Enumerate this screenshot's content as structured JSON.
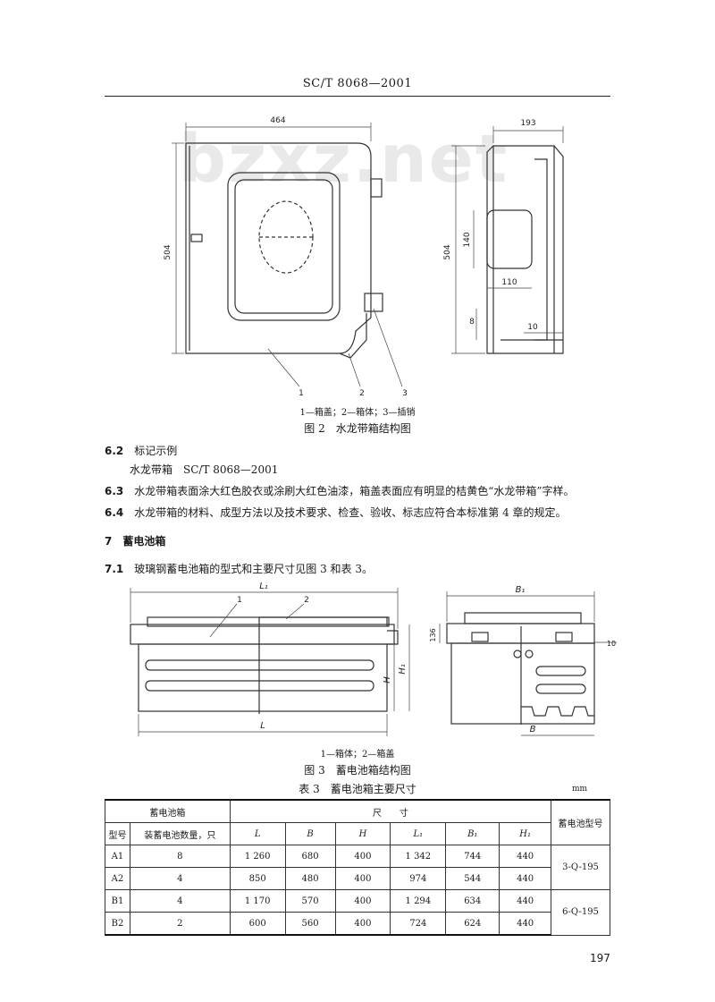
{
  "header": {
    "standard_code": "SC/T 8068—2001"
  },
  "watermark": "bzxz.net",
  "figure2": {
    "dims": {
      "width": "464",
      "height_left": "504",
      "depth": "193",
      "height_right": "504",
      "d140": "140",
      "d110": "110",
      "d8": "8",
      "d10": "10"
    },
    "callouts": [
      "1",
      "2",
      "3"
    ],
    "legend": "1—箱盖；2—箱体；3—插销",
    "caption": "图 2　水龙带箱结构图"
  },
  "sections": {
    "s6_2": {
      "num": "6.2",
      "text": "标记示例"
    },
    "s6_2_example": "水龙带箱　SC/T 8068—2001",
    "s6_3": {
      "num": "6.3",
      "text": "水龙带箱表面涂大红色胶衣或涂刷大红色油漆，箱盖表面应有明显的桔黄色“水龙带箱”字样。"
    },
    "s6_4": {
      "num": "6.4",
      "text": "水龙带箱的材料、成型方法以及技术要求、检查、验收、标志应符合本标准第 4 章的规定。"
    },
    "s7": {
      "num": "7",
      "text": "蓄电池箱"
    },
    "s7_1": {
      "num": "7.1",
      "text": "玻璃钢蓄电池箱的型式和主要尺寸见图 3 和表 3。"
    }
  },
  "figure3": {
    "dims": {
      "L1": "L₁",
      "L": "L",
      "H": "H",
      "H1": "H₁",
      "B1": "B₁",
      "B": "B",
      "d136": "136",
      "d10": "10"
    },
    "callouts": [
      "1",
      "2"
    ],
    "legend": "1—箱体；2—箱盖",
    "caption": "图 3　蓄电池箱结构图"
  },
  "table3": {
    "title": "表 3　蓄电池箱主要尺寸",
    "unit": "mm",
    "header": {
      "group_left": "蓄电池箱",
      "group_mid": "尺　　寸",
      "battery_model": "蓄电池型号",
      "model": "型号",
      "count": "装蓄电池数量，只",
      "cols": [
        "L",
        "B",
        "H",
        "L₁",
        "B₁",
        "H₁"
      ]
    },
    "rows": [
      {
        "model": "A1",
        "count": "8",
        "vals": [
          "1 260",
          "680",
          "400",
          "1 342",
          "744",
          "440"
        ]
      },
      {
        "model": "A2",
        "count": "4",
        "vals": [
          "850",
          "480",
          "400",
          "974",
          "544",
          "440"
        ]
      },
      {
        "model": "B1",
        "count": "4",
        "vals": [
          "1 170",
          "570",
          "400",
          "1 294",
          "634",
          "440"
        ]
      },
      {
        "model": "B2",
        "count": "2",
        "vals": [
          "600",
          "560",
          "400",
          "724",
          "624",
          "440"
        ]
      }
    ],
    "battery_models": [
      "3-Q-195",
      "6-Q-195"
    ]
  },
  "page_number": "197"
}
